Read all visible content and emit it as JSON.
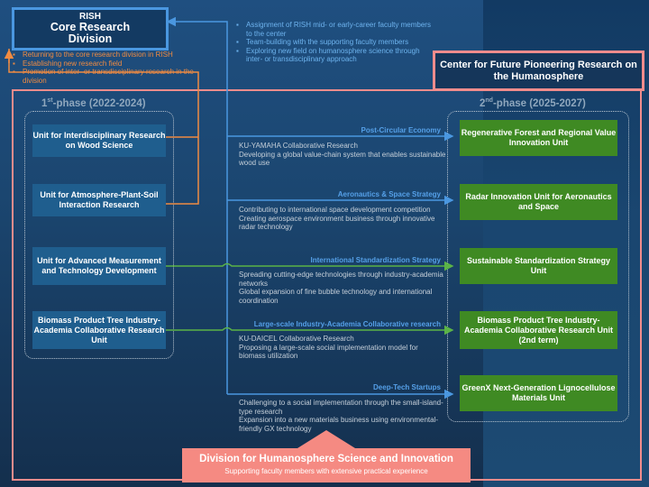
{
  "rish": {
    "line1": "RISH",
    "line2": "Core Research",
    "line3": "Division"
  },
  "rish_bullets": [
    "Returning to the core research division in RISH",
    "Establishing new research field",
    "Promotion of inter- or transdisciplinary research in the division"
  ],
  "center_bullets": [
    "Assignment of RISH mid- or early-career faculty members to the center",
    "Team-building with the supporting faculty members",
    "Exploring new field on humanosphere science through inter- or transdisciplinary approach"
  ],
  "center_title": "Center for Future Pioneering Research on the Humanosphere",
  "phase1": {
    "ordinal": "1",
    "sup": "st",
    "rest": "-phase (2022-2024)"
  },
  "phase2": {
    "ordinal": "2",
    "sup": "nd",
    "rest": "-phase (2025-2027)"
  },
  "left_units": [
    "Unit for Interdisciplinary Research on Wood Science",
    "Unit for Atmosphere-Plant-Soil Interaction Research",
    "Unit for Advanced Measurement and Technology Development",
    "Biomass Product Tree Industry-Academia Collaborative Research Unit"
  ],
  "right_units": [
    "Regenerative Forest and Regional Value Innovation Unit",
    "Radar Innovation Unit for Aeronautics and Space",
    "Sustainable Standardization Strategy Unit",
    "Biomass Product Tree Industry-Academia Collaborative Research Unit (2nd term)",
    "GreenX Next-Generation Lignocellulose Materials Unit"
  ],
  "strategies": [
    "Post-Circular Economy",
    "Aeronautics & Space Strategy",
    "International Standardization Strategy",
    "Large-scale Industry-Academia Collaborative research",
    "Deep-Tech Startups"
  ],
  "descriptions": [
    [
      "KU-YAMAHA Collaborative Research",
      "Developing a global value-chain system that enables sustainable wood use"
    ],
    [
      "Contributing to international space development competition",
      "Creating aerospace environment business through innovative radar technology"
    ],
    [
      "Spreading cutting-edge technologies through industry-academia networks",
      "Global expansion of fine bubble technology and international coordination"
    ],
    [
      "KU-DAICEL Collaborative Research",
      "Proposing a large-scale social implementation model for biomass utilization"
    ],
    [
      "Challenging to a social implementation through the small-island-type research",
      "Expansion into a new materials business using environmental-friendly GX technology"
    ]
  ],
  "division": {
    "title": "Division for Humanosphere Science and Innovation",
    "subtitle": "Supporting faculty members with extensive practical experience"
  },
  "colors": {
    "rish_border": "#4a97e0",
    "orange": "#f08b42",
    "light_blue": "#6db3ee",
    "pink": "#f08c8c",
    "green_unit": "#3f8a23",
    "blue_unit": "#1f5e8e",
    "green_arrow": "#5bb347"
  }
}
